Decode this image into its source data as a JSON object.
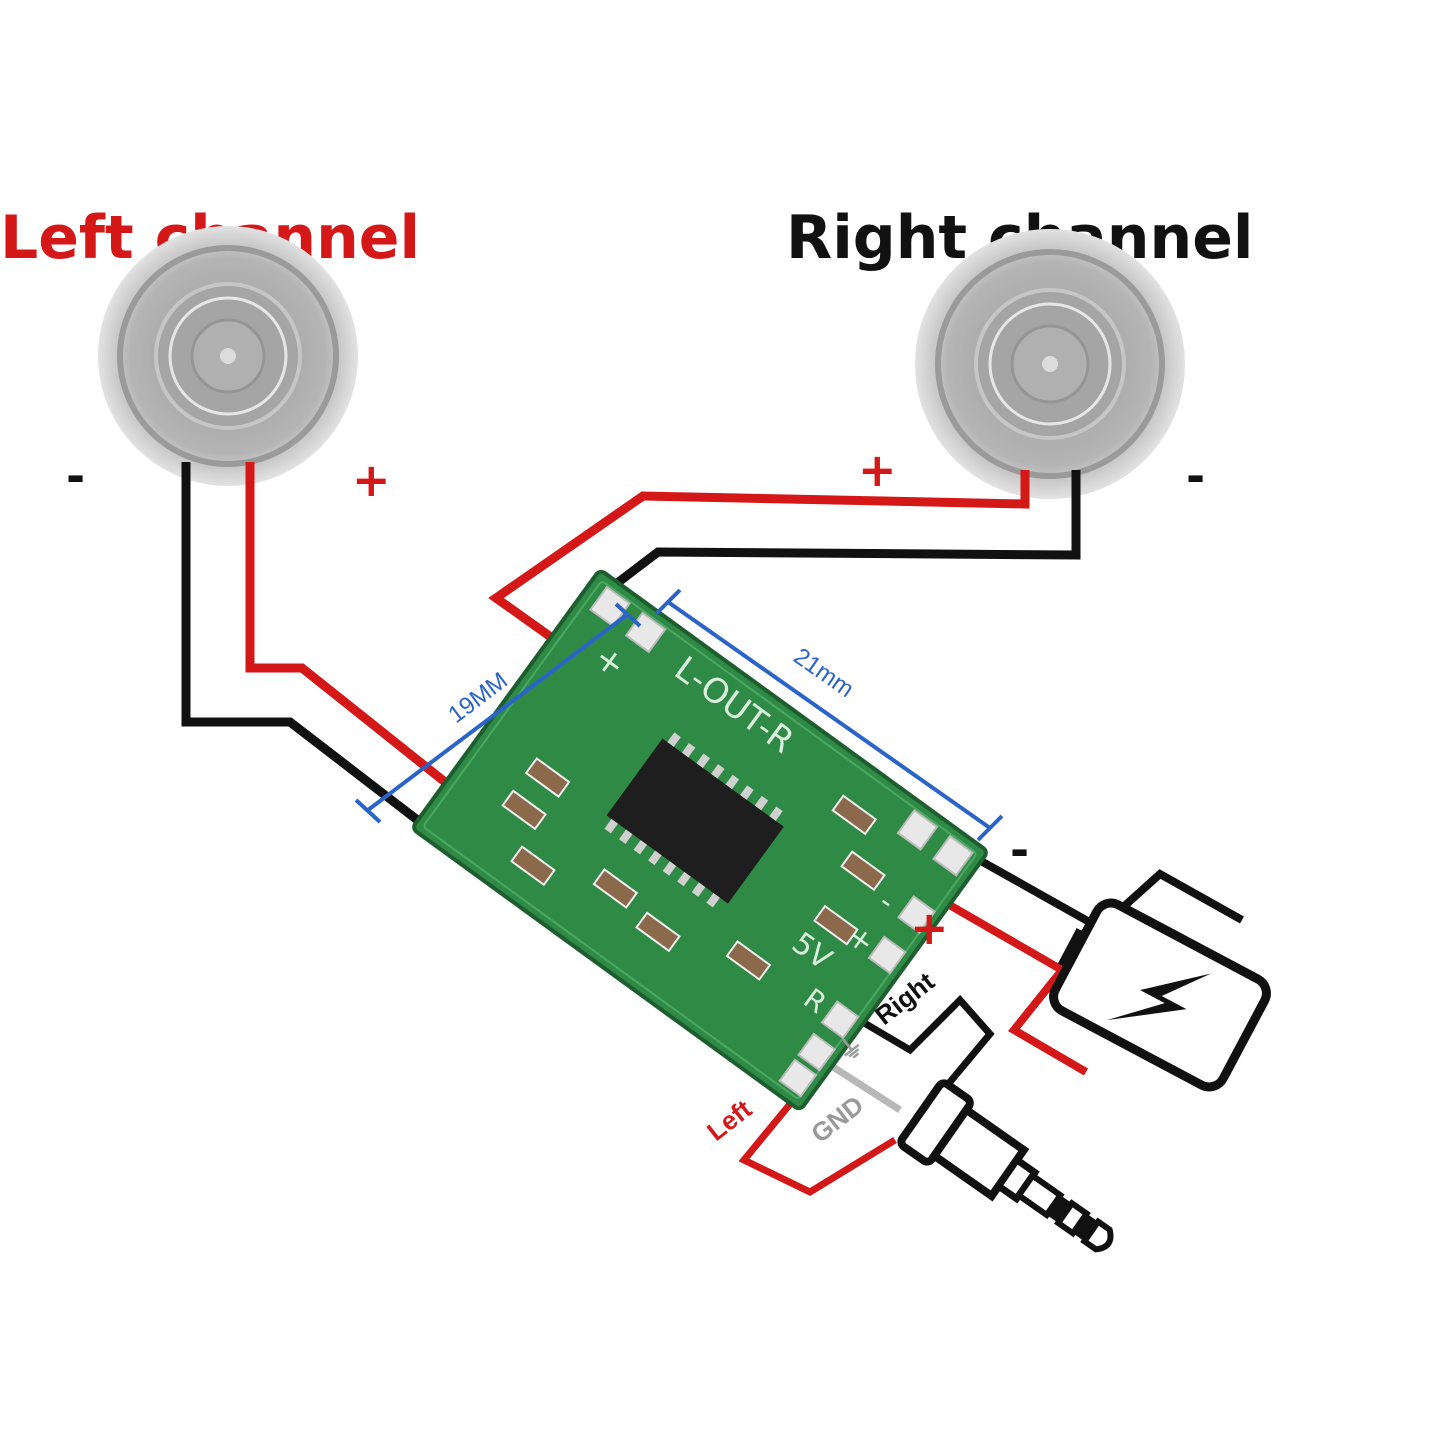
{
  "titles": {
    "left_channel": "Left channel",
    "right_channel": "Right channel"
  },
  "speaker_left": {
    "minus": "-",
    "plus": "+"
  },
  "speaker_right": {
    "plus": "+",
    "minus": "-"
  },
  "dimensions": {
    "width_label": "19MM",
    "length_label": "21mm"
  },
  "board": {
    "out_label": "L-OUT-R",
    "plus_label": "+",
    "minus_label": "-",
    "power_label": "5V",
    "input_r_label": "R"
  },
  "power": {
    "minus": "-",
    "plus": "+"
  },
  "input_wires": {
    "right": "Right",
    "gnd": "GND",
    "left": "Left",
    "gnd_symbol": "⏚"
  },
  "colors": {
    "positive_wire": "#d41818",
    "negative_wire": "#111111",
    "gnd_wire": "#b8b8b8",
    "dimension": "#2a64c8",
    "pcb": "#2f8a46",
    "left_title": "#d41818",
    "right_title": "#111111"
  },
  "icons": [
    "speaker-icon",
    "battery-icon",
    "lightning-bolt-icon",
    "audio-jack-icon"
  ]
}
